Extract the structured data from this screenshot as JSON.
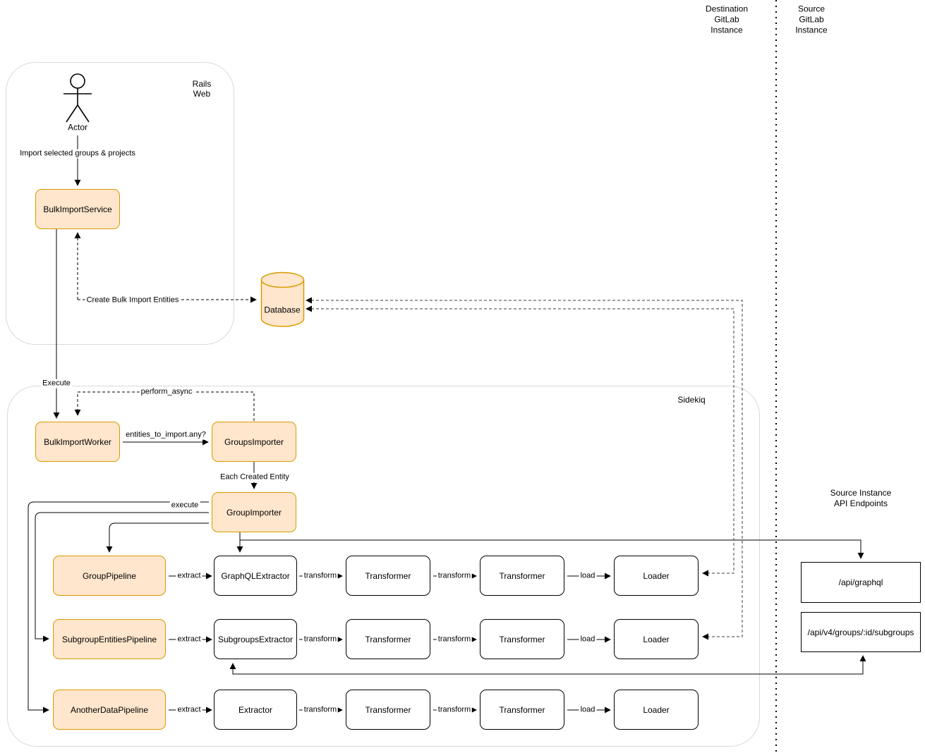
{
  "header": {
    "destination": "Destination\nGitLab\nInstance",
    "source": "Source\nGitLab\nInstance"
  },
  "rails": {
    "label": "Rails\nWeb",
    "actor_label": "Actor",
    "import_edge": "Import selected groups & projects",
    "service": "BulkImportService",
    "execute_edge": "Execute",
    "create_entities_edge": "Create Bulk Import Entities"
  },
  "database": {
    "label": "Database"
  },
  "sidekiq": {
    "label": "Sidekiq",
    "worker": "BulkImportWorker",
    "perform_async_edge": "perform_async",
    "entities_edge": "entities_to_import.any?",
    "groups_importer": "GroupsImporter",
    "each_entity_edge": "Each Created Entity",
    "group_importer": "GroupImporter",
    "execute_edge": "execute"
  },
  "rows": [
    {
      "pipeline": "GroupPipeline",
      "extractor": "GraphQLExtractor",
      "transformer1": "Transformer",
      "transformer2": "Transformer",
      "loader": "Loader",
      "extract_label": "extract",
      "transform_label": "transform",
      "load_label": "load"
    },
    {
      "pipeline": "SubgroupEntitiesPipeline",
      "extractor": "SubgroupsExtractor",
      "transformer1": "Transformer",
      "transformer2": "Transformer",
      "loader": "Loader",
      "extract_label": "extract",
      "transform_label": "transform",
      "load_label": "load"
    },
    {
      "pipeline": "AnotherDataPipeline",
      "extractor": "Extractor",
      "transformer1": "Transformer",
      "transformer2": "Transformer",
      "loader": "Loader",
      "extract_label": "extract",
      "transform_label": "transform",
      "load_label": "load"
    }
  ],
  "endpoints": {
    "title": "Source Instance API Endpoints",
    "graphql": "/api/graphql",
    "subgroups": "/api/v4/groups/:id/subgroups"
  },
  "colors": {
    "node_fill": "#FFE6CC",
    "node_border": "#D79B00",
    "container_border": "#D9D9D9"
  }
}
